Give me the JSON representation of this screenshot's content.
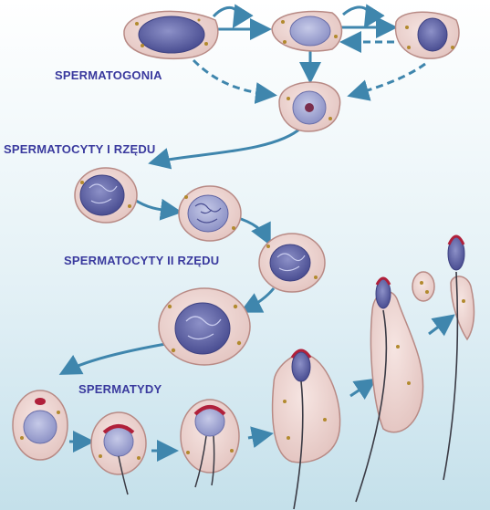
{
  "labels": {
    "spermatogonia": "SPERMATOGONIA",
    "spermatocytes_primary": "SPERMATOCYTY I RZĘDU",
    "spermatocytes_secondary": "SPERMATOCYTY II RZĘDU",
    "spermatids": "SPERMATYDY"
  },
  "colors": {
    "cell_fill": "#ecd2cf",
    "cell_stroke": "#b88a85",
    "nucleus": "#5a5d9e",
    "nucleus_light": "#a9aed6",
    "arrow": "#3f86ad",
    "label_text": "#3a3a9e",
    "acrosome": "#b0203a",
    "tail": "#3a3a44",
    "granule": "#b28a2e"
  }
}
